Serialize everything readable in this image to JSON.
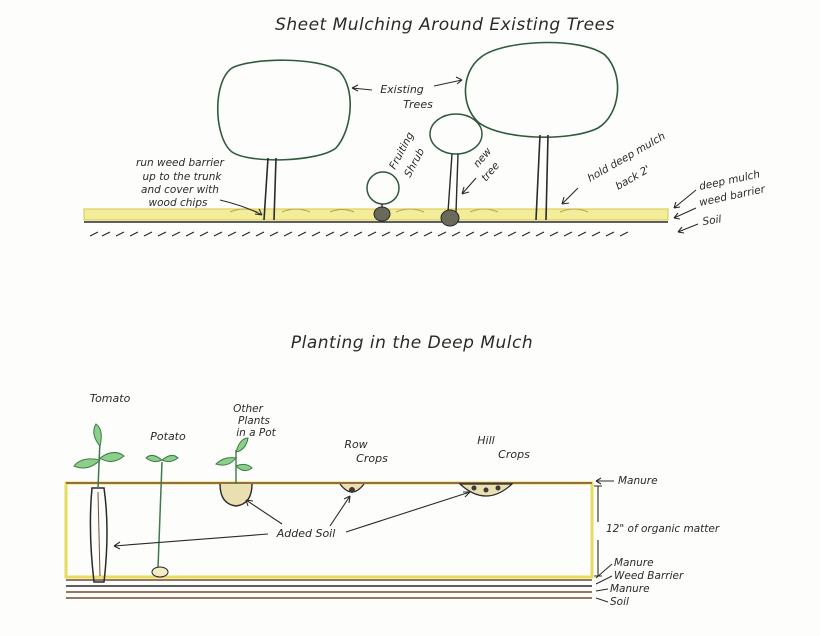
{
  "top_diagram": {
    "title": "Sheet Mulching Around Existing Trees",
    "existing_trees_line1": "Existing",
    "existing_trees_line2": "Trees",
    "run_barrier_lines": [
      "run weed barrier",
      "up to the trunk",
      "and cover with",
      "wood chips"
    ],
    "fruiting_shrub_line1": "Fruiting",
    "fruiting_shrub_line2": "Shrub",
    "new_tree_line1": "new",
    "new_tree_line2": "tree",
    "hold_mulch_line1": "hold deep mulch",
    "hold_mulch_line2": "back 2'",
    "layer_deep_mulch": "deep mulch",
    "layer_weed_barrier": "weed barrier",
    "layer_soil": "Soil"
  },
  "bottom_diagram": {
    "title": "Planting in the Deep Mulch",
    "tomato": "Tomato",
    "potato": "Potato",
    "other_plants_lines": [
      "Other",
      "Plants",
      "in a Pot"
    ],
    "row_crops_line1": "Row",
    "row_crops_line2": "Crops",
    "hill_crops_line1": "Hill",
    "hill_crops_line2": "Crops",
    "added_soil": "Added Soil",
    "layer_manure_top": "Manure",
    "layer_organic_matter": "12\" of organic matter",
    "layer_manure_mid": "Manure",
    "layer_weed_barrier": "Weed Barrier",
    "layer_manure_low": "Manure",
    "layer_soil": "Soil"
  },
  "colors": {
    "ink": "#2a2a2a",
    "tree_green": "#2f5a3c",
    "plant_green": "#3f7a4a",
    "mulch_yellow": "#efe47a",
    "manure_brown": "#7a4a2e"
  }
}
